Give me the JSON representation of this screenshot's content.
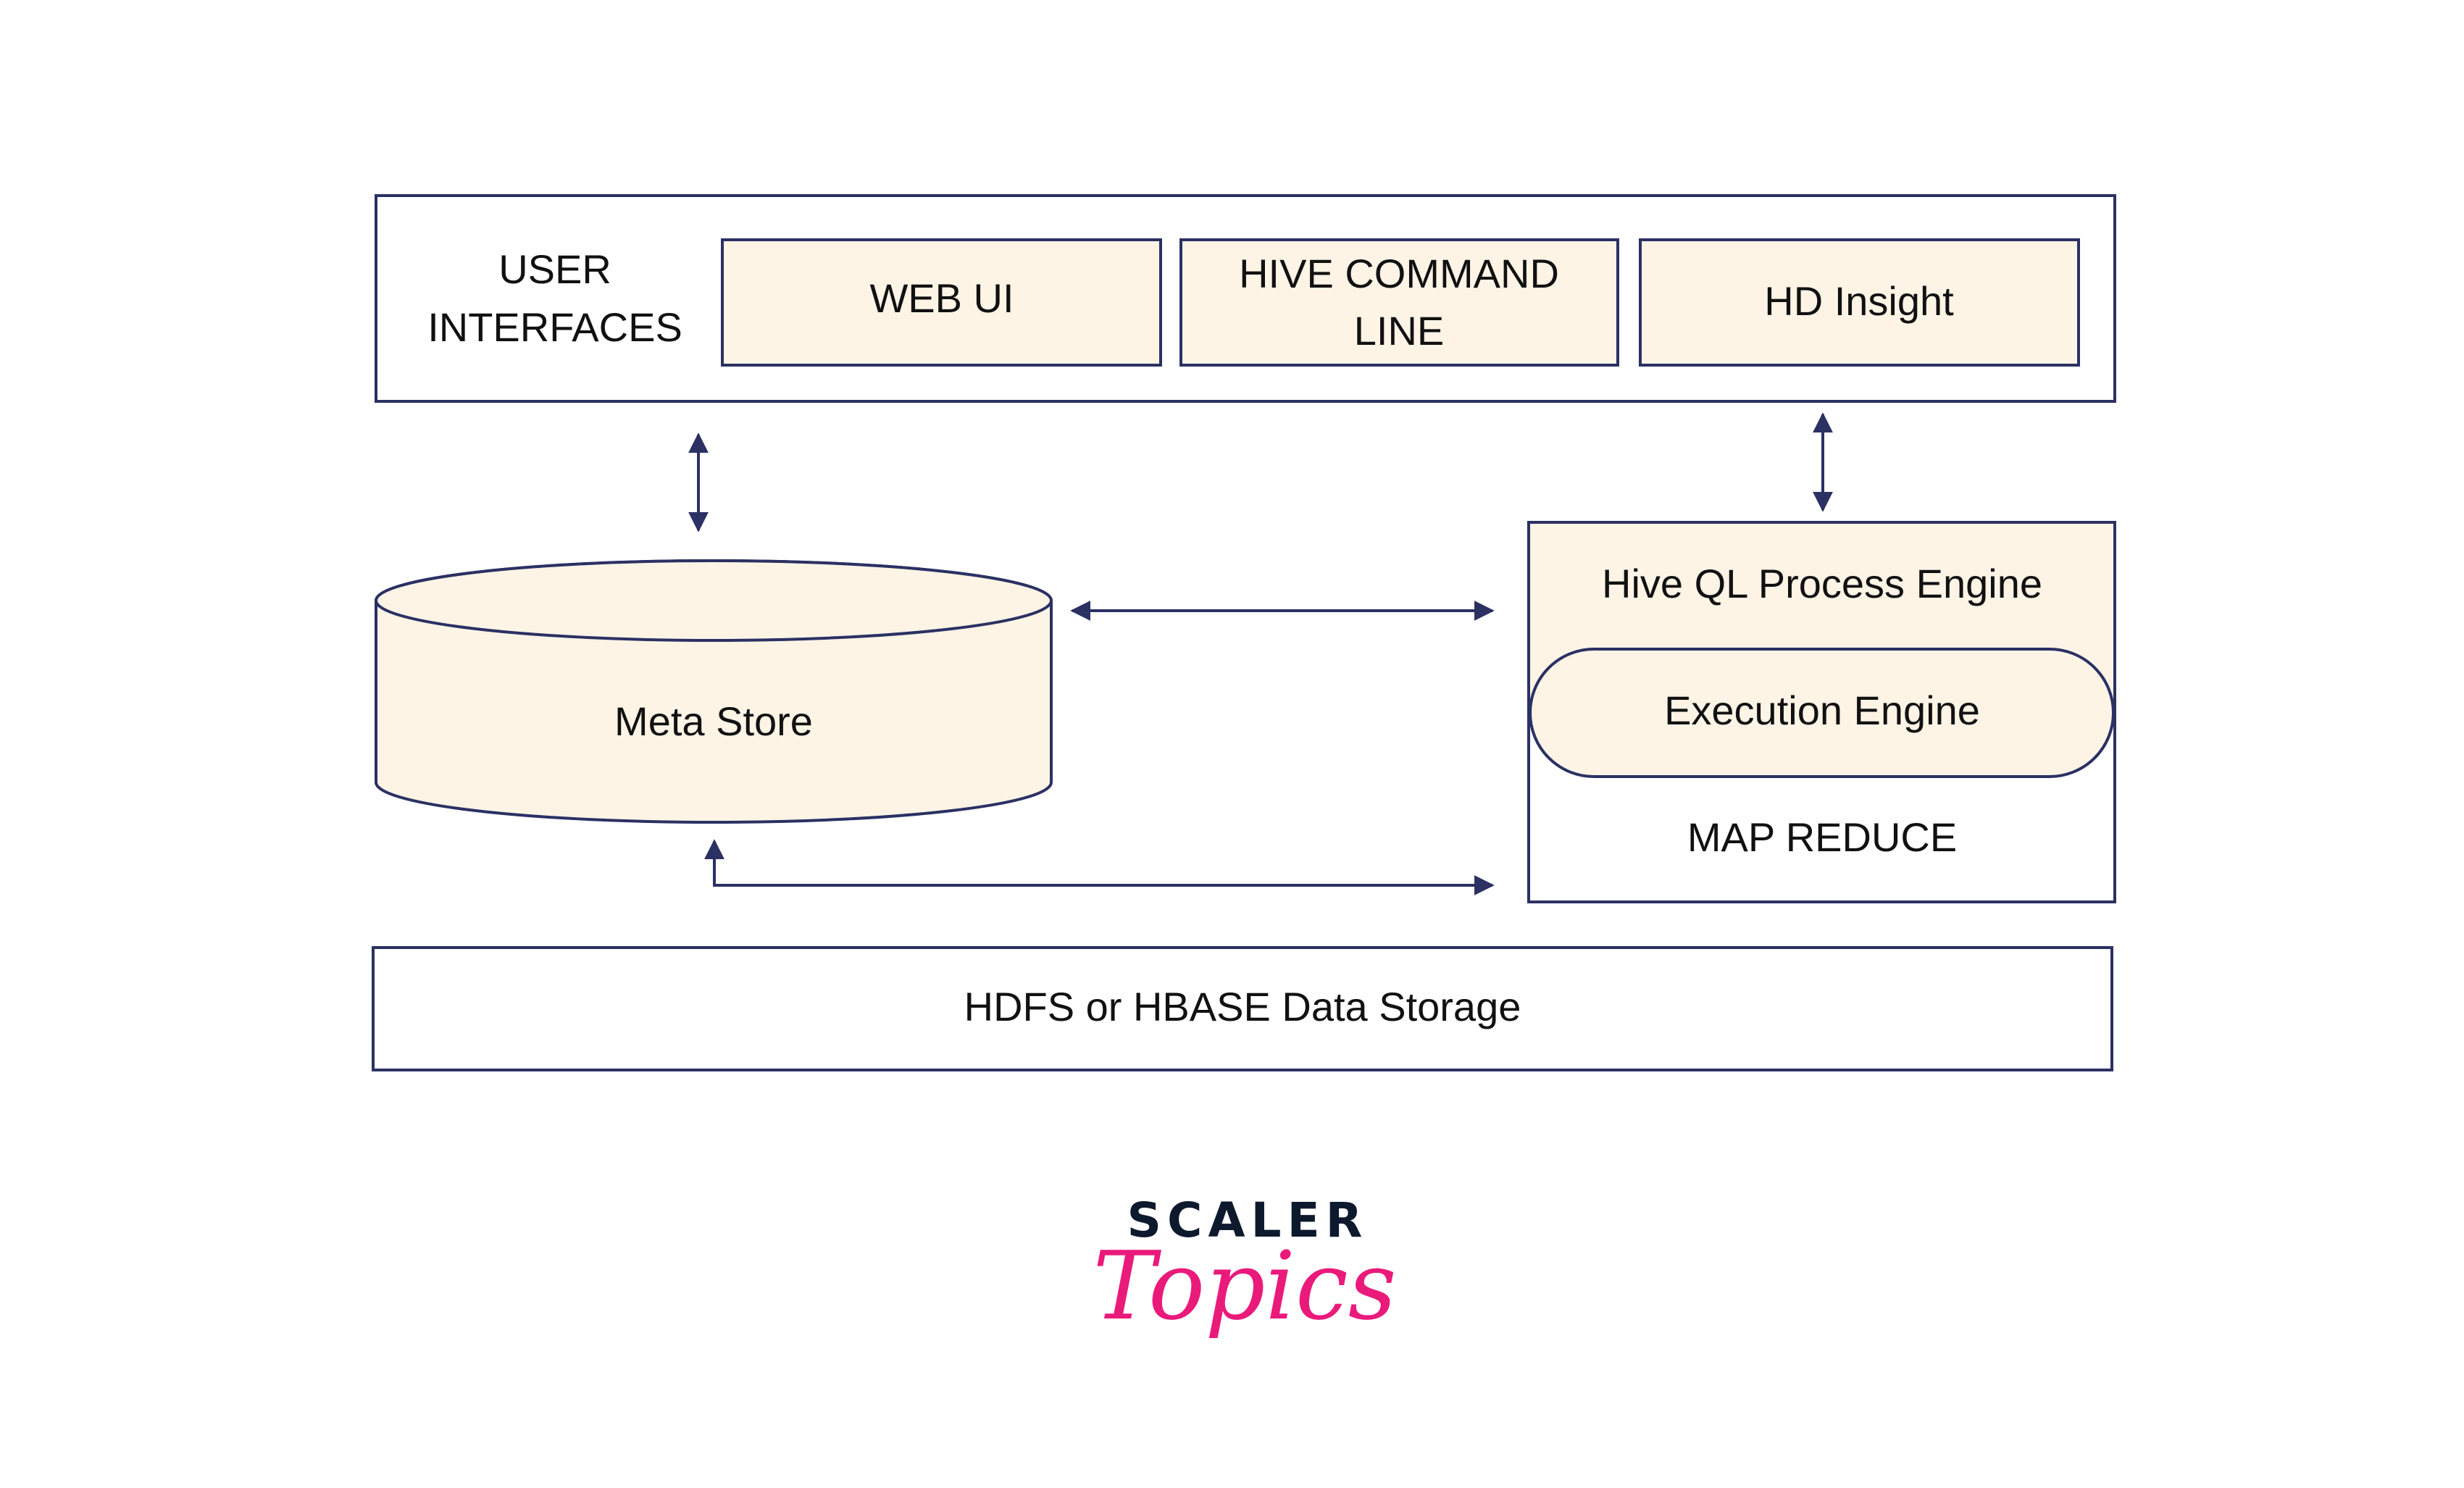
{
  "user_interfaces": {
    "label_line1": "USER",
    "label_line2": "INTERFACES",
    "items": [
      {
        "label_line1": "WEB UI",
        "label_line2": ""
      },
      {
        "label_line1": "HIVE COMMAND",
        "label_line2": "LINE"
      },
      {
        "label_line1": "HD Insight",
        "label_line2": ""
      }
    ]
  },
  "meta_store": {
    "label": "Meta Store"
  },
  "engine": {
    "process_label": "Hive QL Process Engine",
    "execution_label": "Execution Engine",
    "mapreduce_label": "MAP REDUCE"
  },
  "storage": {
    "label": "HDFS or HBASE Data Storage"
  },
  "logo": {
    "brand": "SCALER",
    "product": "Topics"
  },
  "colors": {
    "stroke": "#2b3163",
    "fill_cream": "#fdf4e6",
    "logo_dark": "#0d1a2d",
    "logo_pink": "#ea1a7b"
  },
  "connections": [
    {
      "from": "user-interfaces",
      "to": "meta-store",
      "bidirectional": true
    },
    {
      "from": "user-interfaces",
      "to": "hive-ql-engine",
      "bidirectional": true
    },
    {
      "from": "meta-store",
      "to": "hive-ql-engine",
      "bidirectional": true
    },
    {
      "from": "meta-store",
      "to": "map-reduce",
      "bidirectional": true
    }
  ]
}
